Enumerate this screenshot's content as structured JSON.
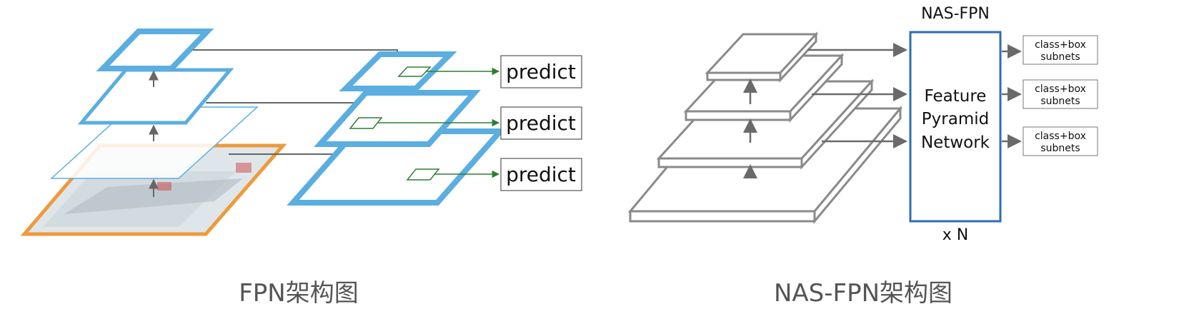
{
  "fpn": {
    "predict_labels": [
      "predict",
      "predict",
      "predict"
    ],
    "caption": "FPN架构图"
  },
  "nasfpn": {
    "title": "NAS-FPN",
    "box_lines": [
      "Feature",
      "Pyramid",
      "Network"
    ],
    "repeat_label": "x N",
    "subnets": [
      {
        "line1": "class+box",
        "line2": "subnets"
      },
      {
        "line1": "class+box",
        "line2": "subnets"
      },
      {
        "line1": "class+box",
        "line2": "subnets"
      }
    ],
    "caption": "NAS-FPN架构图"
  },
  "colors": {
    "fpn_blue": "#5aaee0",
    "image_orange": "#ee9a3c",
    "arrow_gray": "#666666",
    "predict_green": "#2e7d32",
    "nas_box_blue": "#2f6db5",
    "layer_gray": "#8a8a8a",
    "caption_gray": "#555555"
  }
}
